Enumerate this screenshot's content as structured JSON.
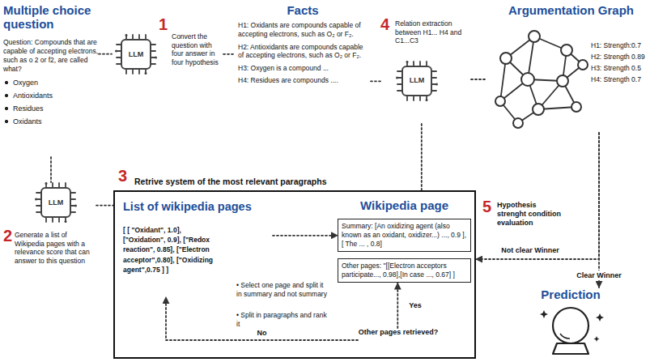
{
  "diagram": {
    "nodes": [
      {
        "text": [
          "Multiple choice question",
          "Question: Compounds that are capable of accepting electrons, such as o 2 or f2, are called what?",
          "Oxygen",
          "Antioxidants",
          "Residues",
          "Oxidants"
        ]
      },
      {
        "text": [
          "LLM",
          "1",
          "Convert the question with four answer in four hypothesis"
        ]
      },
      {
        "text": [
          "Facts",
          "H1: Oxidants are compounds capable of accepting electrons, such as O₂ or F₂.",
          "H2: Antioxidants are compounds capable of accepting electrons, such as O₂ or F₂.",
          "H3: Oxygen is a compound ...",
          "H4: Residues are compounds ...."
        ]
      },
      {
        "text": [
          "4",
          "Relation extraction between H1... H4 and C1...C3",
          "LLM"
        ]
      },
      {
        "text": [
          "Argumentation Graph",
          "H1: Strength:0.7",
          "H2: Strength 0.89",
          "H3: Strength 0.5",
          "H4: Strength 0.7"
        ]
      },
      {
        "text": [
          "LLM",
          "2",
          "Generate a list of Wikipedia pages with a relevance score that can answer to this question"
        ]
      },
      {
        "text": [
          "3",
          "Retrive system of the most relevant paragraphs"
        ]
      },
      {
        "text": [
          "List of wikipedia pages",
          "[ [ \"Oxidant\", 1.0], [\"Oxidation\", 0.9], [\"Redox reaction\", 0.85], [\"Electron acceptor\",0.80], [\"Oxidizing agent\",0.75 ] ]"
        ],
        "in": 6
      },
      {
        "text": [
          "Wikipedia page"
        ],
        "in": 6
      },
      {
        "text": [
          "Summary: [An oxidizing agent (also known as an oxidant, oxidizer...) ..., 0.9 ], [ The ... , 0.8]"
        ],
        "in": 8
      },
      {
        "text": [
          "Other pages: \"[[Electron acceptors participate..., 0.98],[In case ..., 0.67] ]"
        ],
        "in": 8
      },
      {
        "text": [
          "Other pages retrieved?"
        ],
        "in": 6
      },
      {
        "text": [
          "Prediction"
        ]
      }
    ],
    "edges": [
      {
        "from": 0,
        "to": 1,
        "arrow": "none"
      },
      {
        "from": 1,
        "to": 2,
        "arrow": "none"
      },
      {
        "from": 2,
        "to": 3,
        "arrow": "none"
      },
      {
        "from": 3,
        "to": 4,
        "arrow": "none"
      },
      {
        "from": 0,
        "to": 5,
        "arrow": "none"
      },
      {
        "from": 5,
        "to": 6,
        "arrow": "none"
      },
      {
        "from": 6,
        "to": 3,
        "arrow": "none"
      },
      {
        "from": 7,
        "to": 9,
        "arrow": "to"
      },
      {
        "from": 11,
        "to": 10,
        "arrow": "to",
        "label": "Yes"
      },
      {
        "from": 11,
        "to": 7,
        "arrow": "to",
        "label": "No"
      },
      {
        "from": 4,
        "to": 12,
        "arrow": "to",
        "label": "Clear Winner"
      },
      {
        "from": 4,
        "to": 6,
        "arrow": "to",
        "label": "Not clear Winner"
      }
    ],
    "labels": [
      "• Select one page and split it in summary and not summary",
      "• Split in paragraphs and rank it",
      "5",
      "Hypothesis strenght condition evaluation"
    ]
  }
}
